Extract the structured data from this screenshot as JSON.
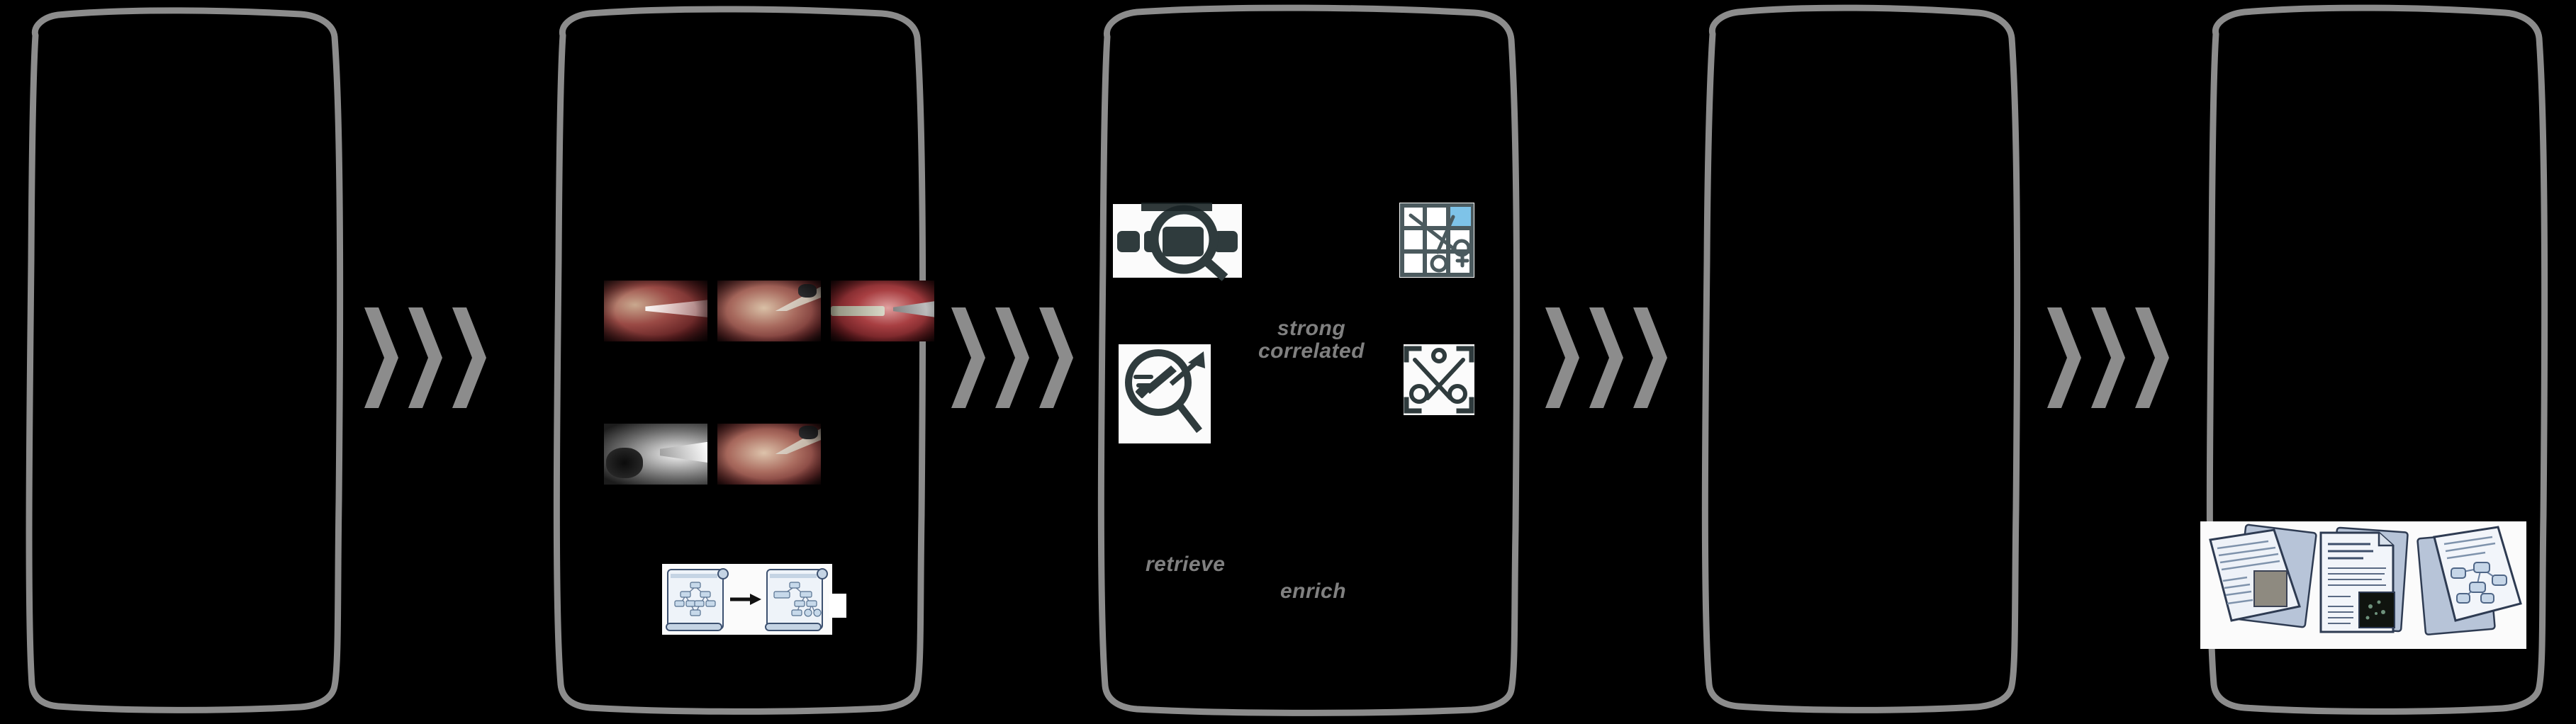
{
  "figure": {
    "type": "pipeline-diagram",
    "background": "#000000",
    "panel_border_color": "#8c8c8c",
    "arrow_color": "#8c8c8c",
    "panel_count": 5,
    "connector_count": 4,
    "connector_chevrons_each": 3
  },
  "panels": [
    {
      "id": "panel-1",
      "name": "source-data",
      "icons": [
        {
          "name": "youtube-logo-icon",
          "color": "#ff0000",
          "glyph": "play-button"
        },
        {
          "name": "surgeon-icon",
          "color": "#29a8ce",
          "glyph": "masked-surgeon"
        }
      ]
    },
    {
      "id": "panel-2",
      "name": "data-curation",
      "icons": [
        {
          "name": "database-server-icon",
          "color": "#1a8fe3",
          "accent": "#f79227",
          "glyph": "server-stack-with-wrench"
        },
        {
          "name": "neural-network-icon",
          "color": "#595959",
          "glyph": "mlp-nodes"
        },
        {
          "name": "gemini-sparkle-icon",
          "color": "#5b33f5",
          "glyph": "star-burst"
        },
        {
          "name": "surgeon-outline-icon",
          "color": "#2b1d1a",
          "glyph": "masked-surgeon-outline"
        }
      ],
      "thumbnails": [
        {
          "name": "surgical-frame-1",
          "kind": "endoscopic-rgb"
        },
        {
          "name": "surgical-frame-2",
          "kind": "endoscopic-rgb"
        },
        {
          "name": "surgical-frame-3",
          "kind": "endoscopic-rgb"
        },
        {
          "name": "surgical-depth-map",
          "kind": "grayscale-depth"
        },
        {
          "name": "surgical-frame-4",
          "kind": "endoscopic-rgb"
        }
      ],
      "scroll_diagram": {
        "name": "tree-refinement-diagram",
        "left_label": "source-tree",
        "right_label": "refined-tree",
        "arrow": "→"
      }
    },
    {
      "id": "panel-3",
      "name": "retrieve-and-enrich",
      "labels": [
        {
          "name": "retrieve-label",
          "text": "retrieve"
        },
        {
          "name": "enrich-label",
          "text": "enrich"
        },
        {
          "name": "correlation-label-line1",
          "text": "strong"
        },
        {
          "name": "correlation-label-line2",
          "text": "correlated"
        }
      ],
      "icons": [
        {
          "name": "text-search-icon",
          "glyph": "magnifier-over-text",
          "color": "#2f3b3d"
        },
        {
          "name": "scalpel-search-icon",
          "glyph": "magnifier-with-scalpel",
          "color": "#2f3b3d"
        },
        {
          "name": "scissors-grid-icon",
          "glyph": "scissors-in-grid-with-plus",
          "color": "#4b5a5e",
          "highlight": "#7ec3e8"
        },
        {
          "name": "scissors-crosshair-icon",
          "glyph": "crossed-scissors-in-frame",
          "color": "#2f3b3d"
        }
      ],
      "connectors": [
        {
          "name": "vertical-dashed-arrow-left",
          "direction": "bidirectional",
          "style": "dashed"
        },
        {
          "name": "vertical-dashed-arrow-right",
          "direction": "bidirectional",
          "style": "dashed"
        },
        {
          "name": "horizontal-dashed-arrow",
          "direction": "bidirectional",
          "style": "dashed"
        }
      ]
    },
    {
      "id": "panel-4",
      "name": "structuring",
      "icons": [
        {
          "name": "branching-hierarchy-icon",
          "color": "#282433",
          "glyph": "fan-out-nodes"
        }
      ]
    },
    {
      "id": "panel-5",
      "name": "outputs",
      "icons": [
        {
          "name": "clipboard-documents-icon",
          "color": "#282c43",
          "glyph": "stacked-clipboards"
        }
      ],
      "paper_stacks": [
        {
          "name": "paper-stack-text-with-image",
          "content": "text-lines-and-photo"
        },
        {
          "name": "paper-stack-text-with-figure",
          "content": "text-lines-and-dark-figure"
        },
        {
          "name": "paper-stack-with-tree",
          "content": "text-lines-and-tree-graph"
        }
      ],
      "connector": {
        "name": "down-arrow-to-papers",
        "glyph": "solid-down-triangle"
      }
    }
  ]
}
